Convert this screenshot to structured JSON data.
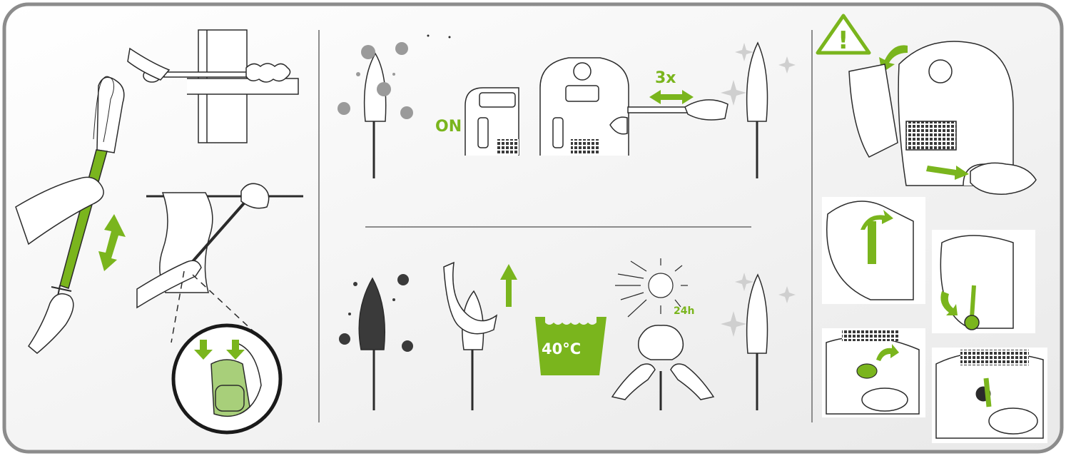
{
  "labels": {
    "on": "ON",
    "repeat": "3x",
    "temperature": "40°C",
    "dry_time": "24h",
    "warning_symbol": "!"
  },
  "colors": {
    "accent_green": "#7ab51d",
    "light_green": "#a8cf7a",
    "outline": "#2b2b2b",
    "panel_bg": "#f2f2f2",
    "border": "#8c8c8c",
    "dust_gray": "#9a9a9a",
    "dirt_dark": "#3a3a3a"
  },
  "icons": [
    "warning-triangle-icon",
    "double-arrow-icon",
    "up-arrow-icon",
    "down-arrow-icon",
    "wash-tub-icon",
    "sun-icon",
    "sparkle-icon"
  ]
}
